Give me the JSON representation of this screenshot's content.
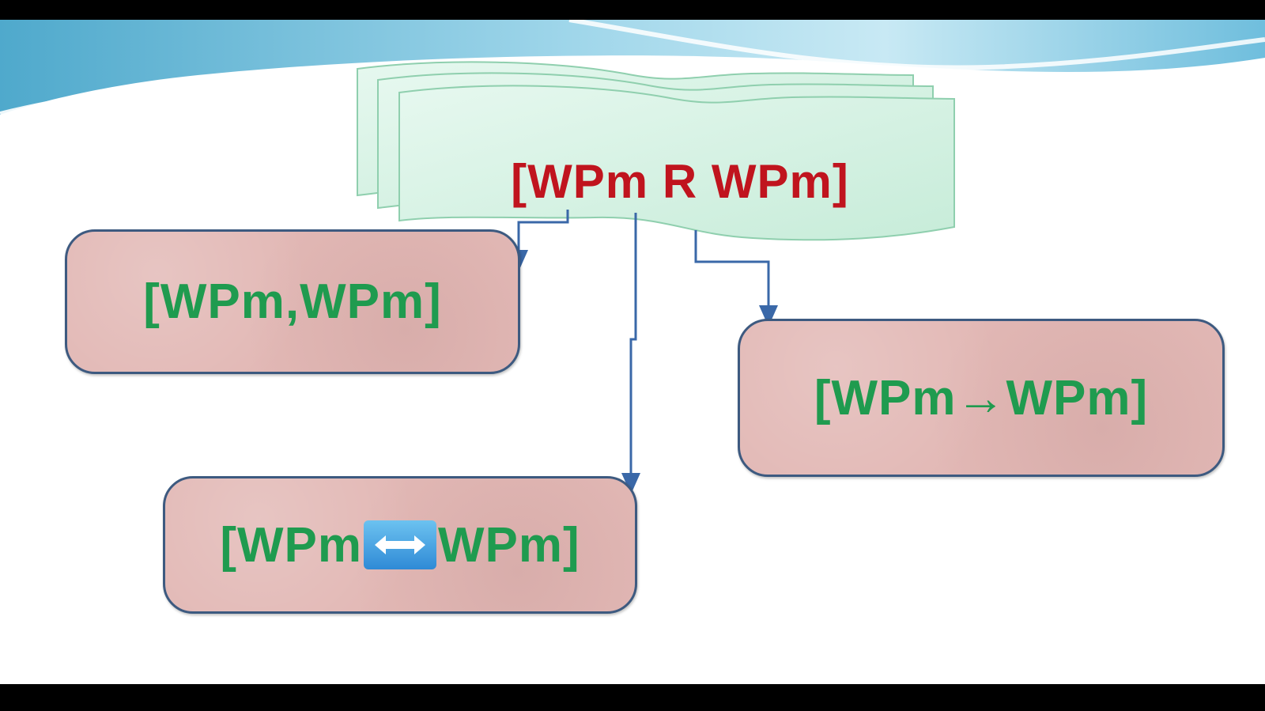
{
  "diagram": {
    "root": {
      "label": "[WPm R WPm]"
    },
    "children": [
      {
        "label": "[WPm,WPm]"
      },
      {
        "label_left": "[WPm",
        "label_right": "WPm]",
        "connector_icon": "left-right-arrow-icon"
      },
      {
        "label": "[WPm→WPm]"
      }
    ]
  },
  "colors": {
    "root_text": "#c0141e",
    "child_text": "#1f9b4f",
    "child_fill": "#e2b8b5",
    "child_border": "#3d5a80",
    "banner_fill": "#d4f2e2",
    "connector": "#3a68a8",
    "header_wave": "#7fc4de"
  }
}
